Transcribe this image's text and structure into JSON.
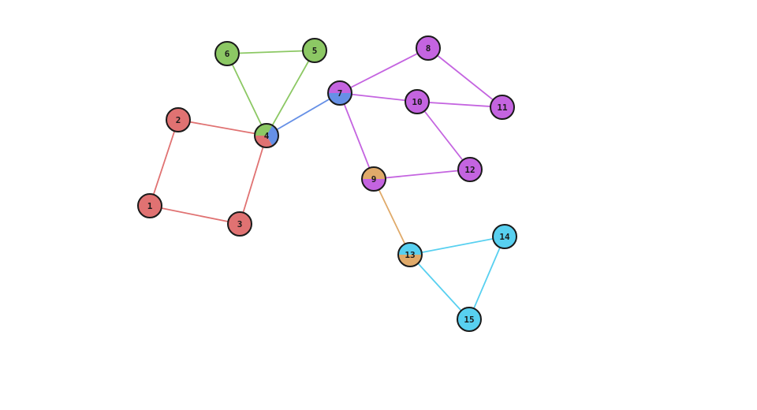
{
  "colors": {
    "red": "#e07272",
    "green": "#8cc864",
    "blue": "#6690e6",
    "purple": "#c464e0",
    "orange": "#e0aa6a",
    "cyan": "#58d0f0",
    "outline": "#1a1a1a",
    "background": "#ffffff"
  },
  "nodes": [
    {
      "id": "1",
      "label": "1",
      "colors": [
        "red"
      ]
    },
    {
      "id": "2",
      "label": "2",
      "colors": [
        "red"
      ]
    },
    {
      "id": "3",
      "label": "3",
      "colors": [
        "red"
      ]
    },
    {
      "id": "4",
      "label": "4",
      "colors": [
        "green",
        "blue",
        "red"
      ]
    },
    {
      "id": "5",
      "label": "5",
      "colors": [
        "green"
      ]
    },
    {
      "id": "6",
      "label": "6",
      "colors": [
        "green"
      ]
    },
    {
      "id": "7",
      "label": "7",
      "colors": [
        "purple",
        "blue"
      ]
    },
    {
      "id": "8",
      "label": "8",
      "colors": [
        "purple"
      ]
    },
    {
      "id": "9",
      "label": "9",
      "colors": [
        "orange",
        "purple"
      ]
    },
    {
      "id": "10",
      "label": "10",
      "colors": [
        "purple"
      ]
    },
    {
      "id": "11",
      "label": "11",
      "colors": [
        "purple"
      ]
    },
    {
      "id": "12",
      "label": "12",
      "colors": [
        "purple"
      ]
    },
    {
      "id": "13",
      "label": "13",
      "colors": [
        "cyan",
        "orange"
      ]
    },
    {
      "id": "14",
      "label": "14",
      "colors": [
        "cyan"
      ]
    },
    {
      "id": "15",
      "label": "15",
      "colors": [
        "cyan"
      ]
    }
  ],
  "edges": [
    {
      "from": "1",
      "to": "2",
      "color": "red"
    },
    {
      "from": "1",
      "to": "3",
      "color": "red"
    },
    {
      "from": "2",
      "to": "4",
      "color": "red"
    },
    {
      "from": "3",
      "to": "4",
      "color": "red"
    },
    {
      "from": "4",
      "to": "5",
      "color": "green"
    },
    {
      "from": "4",
      "to": "6",
      "color": "green"
    },
    {
      "from": "5",
      "to": "6",
      "color": "green"
    },
    {
      "from": "4",
      "to": "7",
      "color": "blue"
    },
    {
      "from": "7",
      "to": "8",
      "color": "purple"
    },
    {
      "from": "7",
      "to": "10",
      "color": "purple"
    },
    {
      "from": "7",
      "to": "9",
      "color": "purple"
    },
    {
      "from": "8",
      "to": "11",
      "color": "purple"
    },
    {
      "from": "10",
      "to": "11",
      "color": "purple"
    },
    {
      "from": "10",
      "to": "12",
      "color": "purple"
    },
    {
      "from": "9",
      "to": "12",
      "color": "purple"
    },
    {
      "from": "9",
      "to": "13",
      "color": "orange"
    },
    {
      "from": "13",
      "to": "14",
      "color": "cyan"
    },
    {
      "from": "13",
      "to": "15",
      "color": "cyan"
    },
    {
      "from": "14",
      "to": "15",
      "color": "cyan"
    }
  ]
}
